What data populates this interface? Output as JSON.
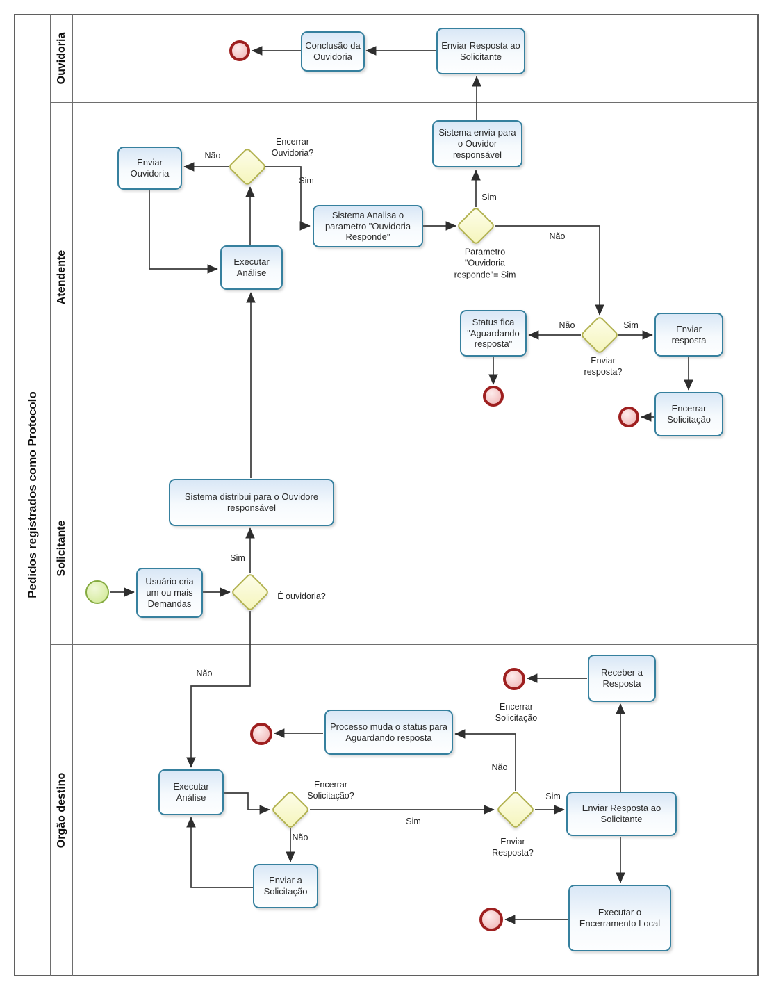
{
  "pool": {
    "title": "Pedidos registrados como Protocolo",
    "lanes": [
      "Ouvidoria",
      "Atendente",
      "Solicitante",
      "Orgão destino"
    ]
  },
  "tasks": {
    "conclusao": "Conclusão da Ouvidoria",
    "enviar_resposta_solicitante_ouvidoria": "Enviar Resposta ao Solicitante",
    "enviar_ouvidoria": "Enviar Ouvidoria",
    "sistema_analisa": "Sistema Analisa o parametro \"Ouvidoria Responde\"",
    "sistema_envia": "Sistema envia para o Ouvidor responsável",
    "executar_analise_atendente": "Executar Análise",
    "status_fica": "Status fica \"Aguardando resposta\"",
    "enviar_resposta": "Enviar resposta",
    "encerrar_solicitacao_atendente": "Encerrar Solicitação",
    "sistema_distribui": "Sistema distribui para o Ouvidore responsável",
    "usuario_cria": "Usuário cria um ou mais Demandas",
    "executar_analise_orgao": "Executar Análise",
    "processo_muda": "Processo muda o status para Aguardando resposta",
    "enviar_resposta_solicitante_orgao": "Enviar Resposta ao Solicitante",
    "receber_resposta": "Receber a Resposta",
    "enviar_solicitacao": "Enviar a Solicitação",
    "executar_encerramento": "Executar o Encerramento Local"
  },
  "gateways": {
    "encerrar_ouvidoria": "Encerrar\nOuvidoria?",
    "parametro_ouvidoria_responde": "Parametro\n\"Ouvidoria\nresponde\"= Sim",
    "enviar_resposta_atendente": "Enviar\nresposta?",
    "e_ouvidoria": "É ouvidoria?",
    "encerrar_solicitacao": "Encerrar\nSolicitação?",
    "enviar_resposta_orgao": "Enviar\nResposta?"
  },
  "edge_labels": {
    "yes": "Sim",
    "no": "Não"
  },
  "event_labels": {
    "encerrar_solicitacao": "Encerrar\nSolicitação"
  },
  "colors": {
    "task_border": "#36809e",
    "task_fill": "#e3edf8",
    "gateway_border": "#b2b24f",
    "gateway_fill": "#fafad2",
    "start_event_border": "#84aa3f",
    "start_event_fill": "#d5ec9d",
    "end_event_border": "#9e1f1f",
    "end_event_fill": "#f3bcbc",
    "connector": "#3a3a3a",
    "lane_border": "#6e6e6e"
  }
}
